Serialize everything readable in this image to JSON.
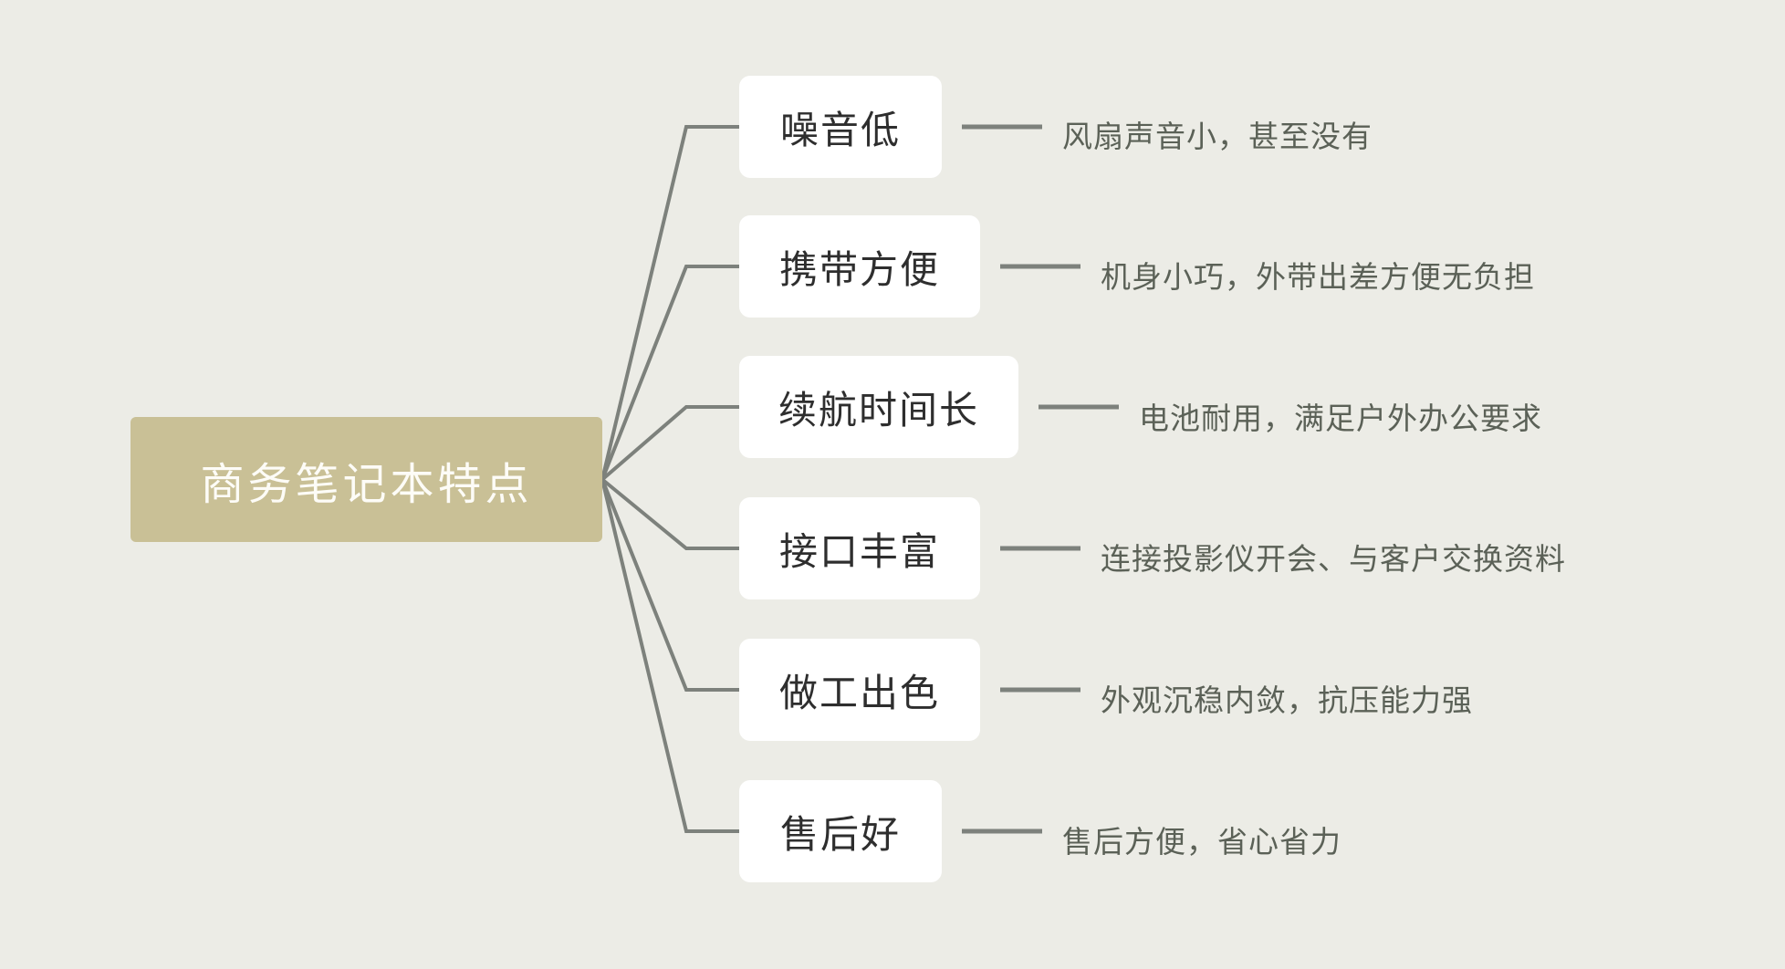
{
  "diagram": {
    "type": "mind-map",
    "title": "商务笔记本特点",
    "background_color": "#ecece6",
    "root": {
      "label": "商务笔记本特点",
      "fill": "#c9c096",
      "text_color": "#fdfcf7"
    },
    "connector_color": "#7d817c",
    "branches": [
      {
        "label": "噪音低",
        "detail": "风扇声音小，甚至没有"
      },
      {
        "label": "携带方便",
        "detail": "机身小巧，外带出差方便无负担"
      },
      {
        "label": "续航时间长",
        "detail": "电池耐用，满足户外办公要求"
      },
      {
        "label": "接口丰富",
        "detail": "连接投影仪开会、与客户交换资料"
      },
      {
        "label": "做工出色",
        "detail": "外观沉稳内敛，抗压能力强"
      },
      {
        "label": "售后好",
        "detail": "售后方便，省心省力"
      }
    ]
  }
}
